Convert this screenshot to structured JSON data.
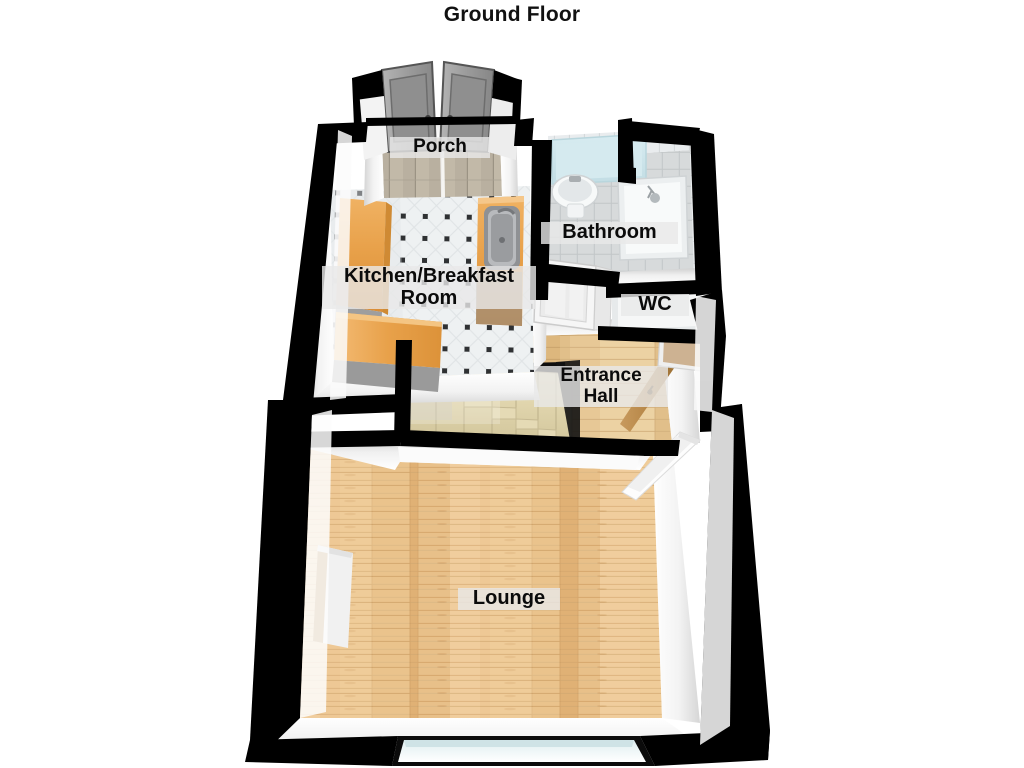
{
  "page": {
    "title": "Ground Floor",
    "kind": "3d-isometric-floorplan"
  },
  "rooms": [
    {
      "id": "porch",
      "label": "Porch",
      "floor": "wood-plank-grey-beige",
      "doors": 2
    },
    {
      "id": "kitchen",
      "label": "Kitchen/Breakfast\nRoom",
      "floor": "tile-white-dot",
      "counters": 3,
      "sink": 1
    },
    {
      "id": "bathroom",
      "label": "Bathroom",
      "floor": "tile-grey",
      "bath": 1,
      "basin": 1,
      "shower": 1
    },
    {
      "id": "wc",
      "label": "WC",
      "floor": "tile-grey"
    },
    {
      "id": "hall",
      "label": "Entrance\nHall",
      "floor": "wood-plank-light",
      "stairs": 1,
      "doors": 2
    },
    {
      "id": "lounge",
      "label": "Lounge",
      "floor": "wood-plank-oak",
      "radiator": 1,
      "bay_window": 1
    }
  ],
  "colors": {
    "background": "#ffffff",
    "wall_outline": "#000000",
    "wall_face": "#f4f4f4",
    "wall_shadow": "#d2d2d2",
    "floor_lounge": "#e8bd85",
    "floor_lounge_light": "#f4dcb4",
    "floor_hall": "#e3c79b",
    "floor_porch": "#b5ab97",
    "floor_tile": "#eceff0",
    "floor_tile_dot": "#3a3a3a",
    "floor_bath": "#d9dbdc",
    "counter_wood": "#e8a14a",
    "counter_wood_dark": "#c87f2e",
    "stair_tread": "#ded3ac",
    "stair_riser": "#c9bd92",
    "bath_water": "#cfe4ea",
    "door_grey": "#9a9a9a",
    "door_wood": "#b08046",
    "label_bg": "#e8e8e8",
    "label_text": "#0b0b0b"
  },
  "features": {
    "porch_doors": [
      "porch-door-left",
      "porch-door-right"
    ],
    "kitchen_units": [
      "counter-left-upper",
      "counter-left-lower",
      "counter-right-sink"
    ],
    "bathroom_fixtures": [
      "bath-tub",
      "wash-basin",
      "shower-enclosure"
    ],
    "hall_features": [
      "staircase",
      "hall-door-wood",
      "lounge-door-white"
    ],
    "lounge_features": [
      "radiator",
      "bay-window"
    ]
  }
}
